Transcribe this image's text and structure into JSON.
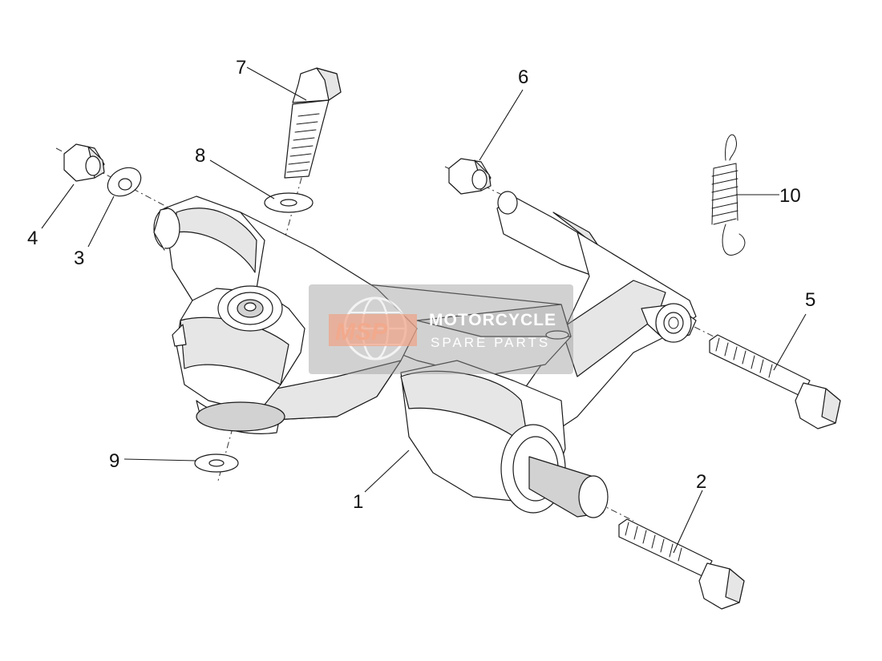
{
  "callouts": [
    {
      "id": "1",
      "label": "1"
    },
    {
      "id": "2",
      "label": "2"
    },
    {
      "id": "3",
      "label": "3"
    },
    {
      "id": "4",
      "label": "4"
    },
    {
      "id": "5",
      "label": "5"
    },
    {
      "id": "6",
      "label": "6"
    },
    {
      "id": "7",
      "label": "7"
    },
    {
      "id": "8",
      "label": "8"
    },
    {
      "id": "9",
      "label": "9"
    },
    {
      "id": "10",
      "label": "10"
    }
  ],
  "watermark": {
    "logo_text": "MSP",
    "title": "MOTORCYCLE",
    "subtitle": "SPARE PARTS"
  }
}
